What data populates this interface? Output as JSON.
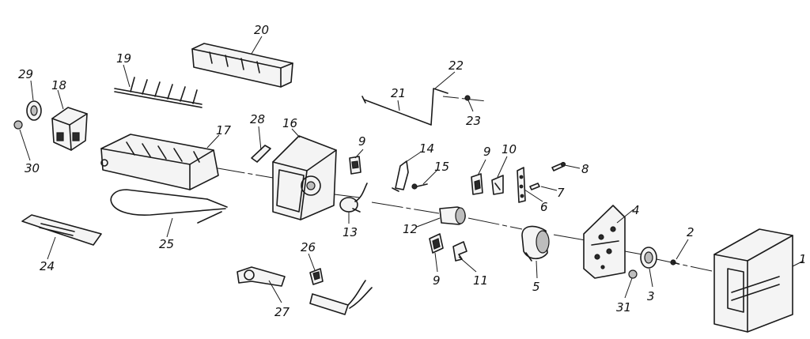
{
  "diagram": {
    "callouts": [
      {
        "id": "1",
        "label": "1"
      },
      {
        "id": "2",
        "label": "2"
      },
      {
        "id": "3",
        "label": "3"
      },
      {
        "id": "4",
        "label": "4"
      },
      {
        "id": "5",
        "label": "5"
      },
      {
        "id": "6",
        "label": "6"
      },
      {
        "id": "7",
        "label": "7"
      },
      {
        "id": "8",
        "label": "8"
      },
      {
        "id": "9a",
        "label": "9"
      },
      {
        "id": "9b",
        "label": "9"
      },
      {
        "id": "9c",
        "label": "9"
      },
      {
        "id": "10",
        "label": "10"
      },
      {
        "id": "11",
        "label": "11"
      },
      {
        "id": "12",
        "label": "12"
      },
      {
        "id": "13",
        "label": "13"
      },
      {
        "id": "14",
        "label": "14"
      },
      {
        "id": "15",
        "label": "15"
      },
      {
        "id": "16",
        "label": "16"
      },
      {
        "id": "17",
        "label": "17"
      },
      {
        "id": "18",
        "label": "18"
      },
      {
        "id": "19",
        "label": "19"
      },
      {
        "id": "20",
        "label": "20"
      },
      {
        "id": "21",
        "label": "21"
      },
      {
        "id": "22",
        "label": "22"
      },
      {
        "id": "23",
        "label": "23"
      },
      {
        "id": "24",
        "label": "24"
      },
      {
        "id": "25",
        "label": "25"
      },
      {
        "id": "26",
        "label": "26"
      },
      {
        "id": "27",
        "label": "27"
      },
      {
        "id": "28",
        "label": "28"
      },
      {
        "id": "29",
        "label": "29"
      },
      {
        "id": "30",
        "label": "30"
      },
      {
        "id": "31",
        "label": "31"
      }
    ]
  }
}
